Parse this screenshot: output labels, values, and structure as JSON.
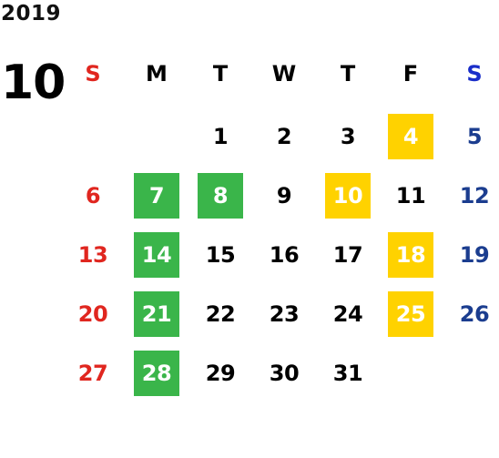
{
  "year": "2019",
  "month": "10",
  "colors": {
    "sunday": "#e0261f",
    "saturday_header": "#1a2ec9",
    "saturday": "#1b3d8f",
    "weekday": "#000000",
    "green_highlight": "#3ab54a",
    "yellow_highlight": "#ffd200"
  },
  "weekdays": [
    {
      "label": "S",
      "kind": "sunday"
    },
    {
      "label": "M",
      "kind": "weekday"
    },
    {
      "label": "T",
      "kind": "weekday"
    },
    {
      "label": "W",
      "kind": "weekday"
    },
    {
      "label": "T",
      "kind": "weekday"
    },
    {
      "label": "F",
      "kind": "weekday"
    },
    {
      "label": "S",
      "kind": "saturday"
    }
  ],
  "weeks": [
    [
      null,
      null,
      {
        "day": "1"
      },
      {
        "day": "2"
      },
      {
        "day": "3"
      },
      {
        "day": "4",
        "highlight": "yellow"
      },
      {
        "day": "5"
      }
    ],
    [
      {
        "day": "6"
      },
      {
        "day": "7",
        "highlight": "green"
      },
      {
        "day": "8",
        "highlight": "green"
      },
      {
        "day": "9"
      },
      {
        "day": "10",
        "highlight": "yellow"
      },
      {
        "day": "11"
      },
      {
        "day": "12"
      }
    ],
    [
      {
        "day": "13"
      },
      {
        "day": "14",
        "highlight": "green"
      },
      {
        "day": "15"
      },
      {
        "day": "16"
      },
      {
        "day": "17"
      },
      {
        "day": "18",
        "highlight": "yellow"
      },
      {
        "day": "19"
      }
    ],
    [
      {
        "day": "20"
      },
      {
        "day": "21",
        "highlight": "green"
      },
      {
        "day": "22"
      },
      {
        "day": "23"
      },
      {
        "day": "24"
      },
      {
        "day": "25",
        "highlight": "yellow"
      },
      {
        "day": "26"
      }
    ],
    [
      {
        "day": "27"
      },
      {
        "day": "28",
        "highlight": "green"
      },
      {
        "day": "29"
      },
      {
        "day": "30"
      },
      {
        "day": "31"
      },
      null,
      null
    ]
  ]
}
